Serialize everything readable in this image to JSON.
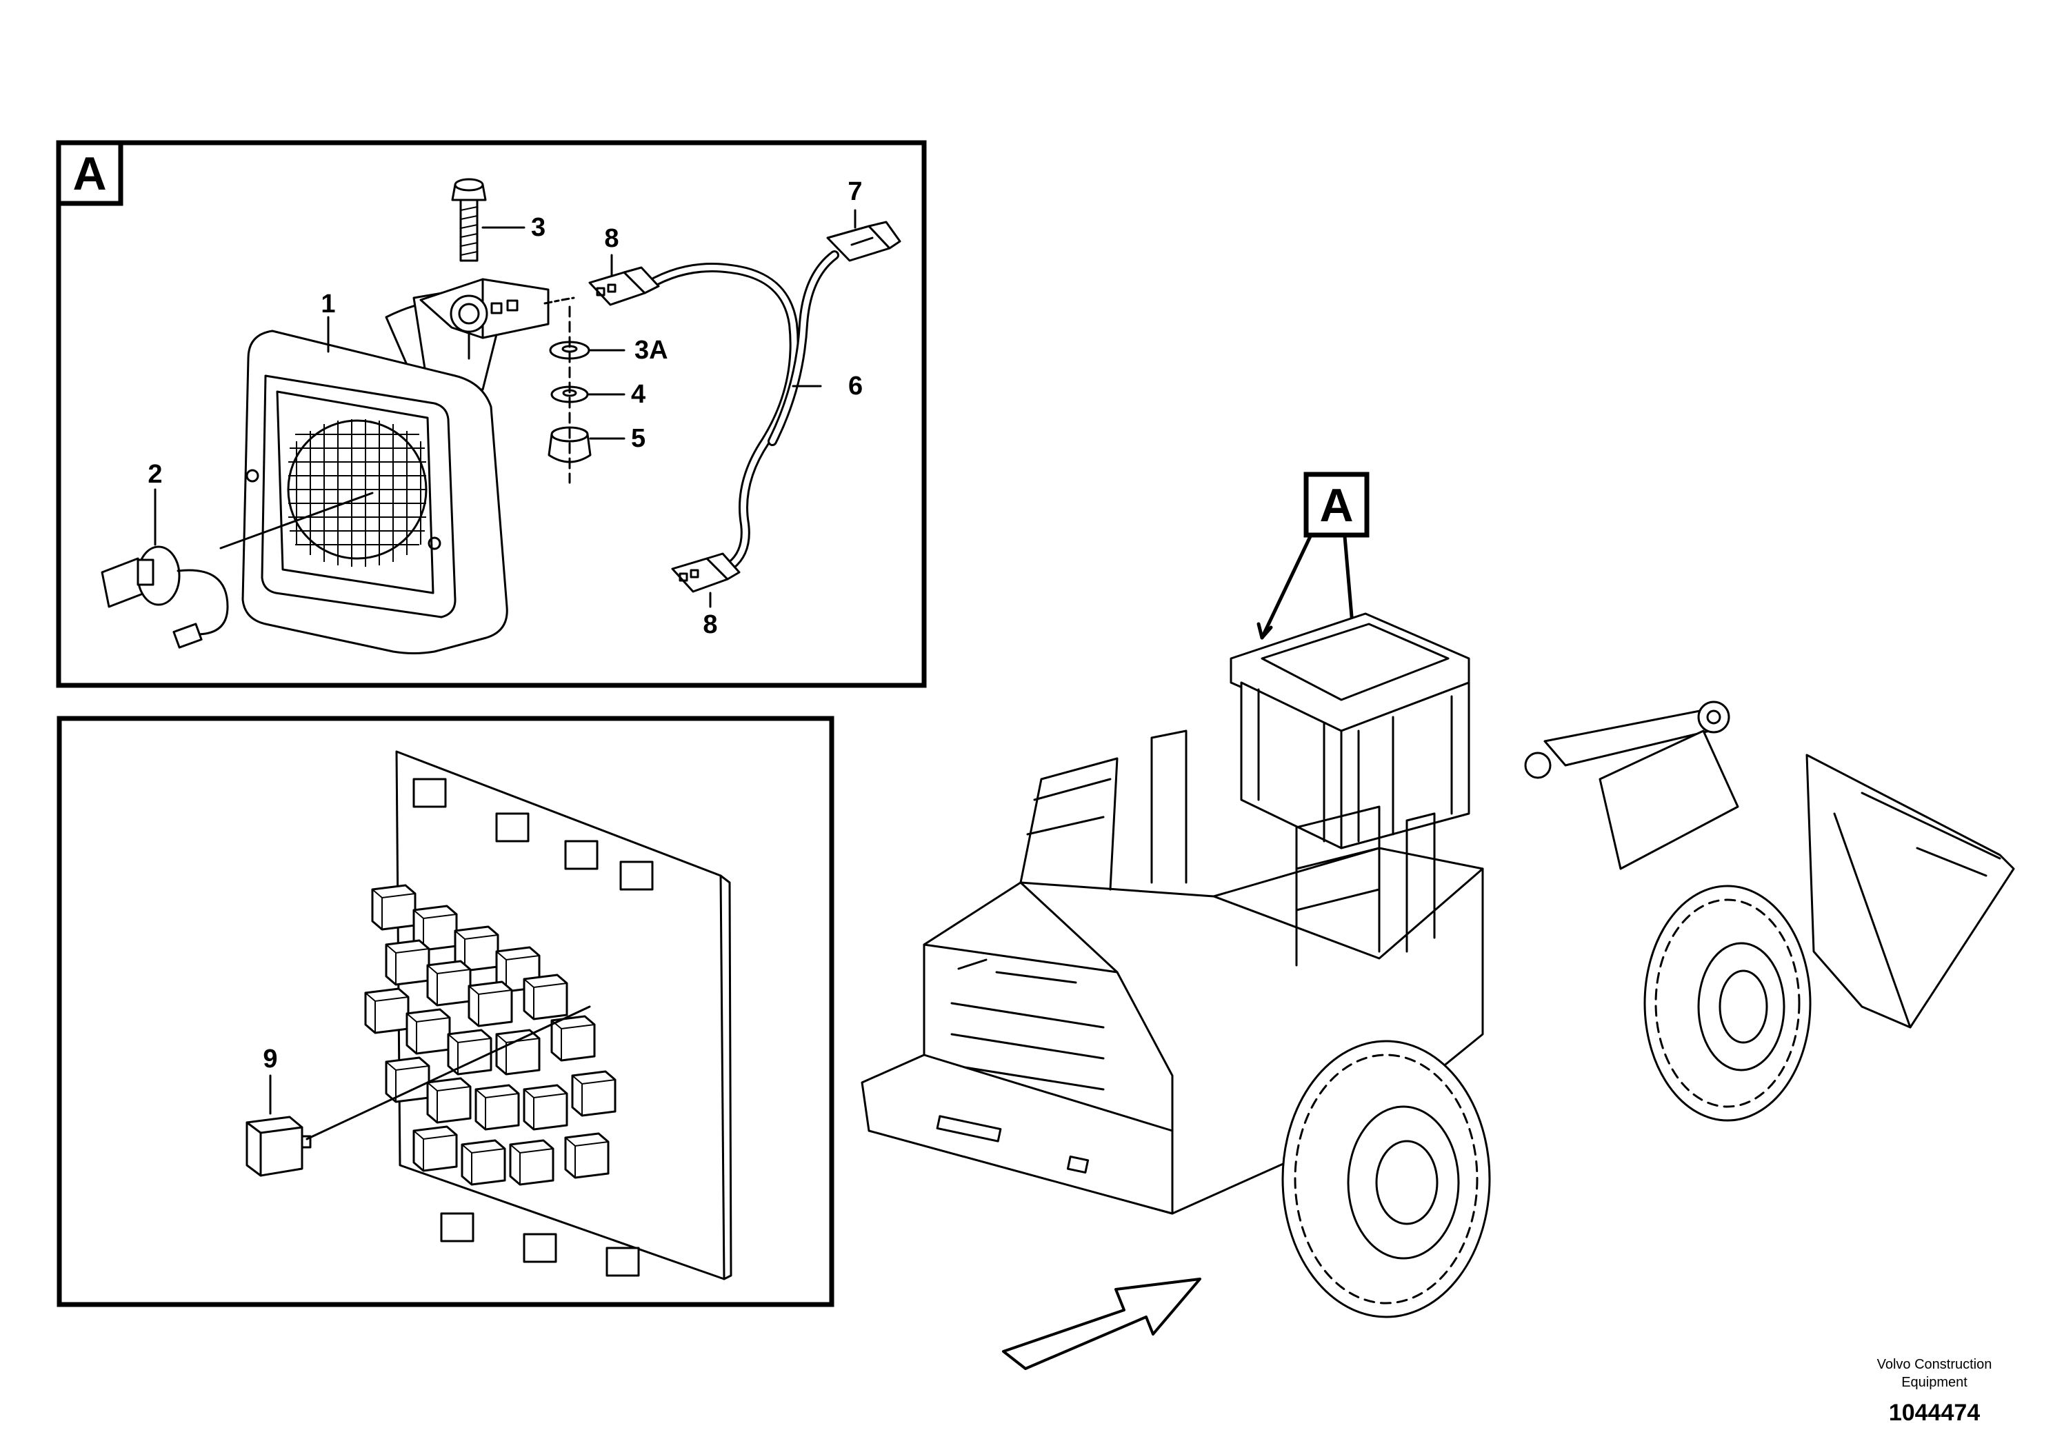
{
  "detail_a": {
    "label": "A",
    "callouts": [
      "1",
      "2",
      "3",
      "3A",
      "4",
      "5",
      "6",
      "7",
      "8",
      "8"
    ]
  },
  "relay_panel": {
    "callouts": [
      "9"
    ]
  },
  "machine_view": {
    "label": "A"
  },
  "footer": {
    "company_line1": "Volvo Construction",
    "company_line2": "Equipment",
    "figure_number": "1044474"
  }
}
